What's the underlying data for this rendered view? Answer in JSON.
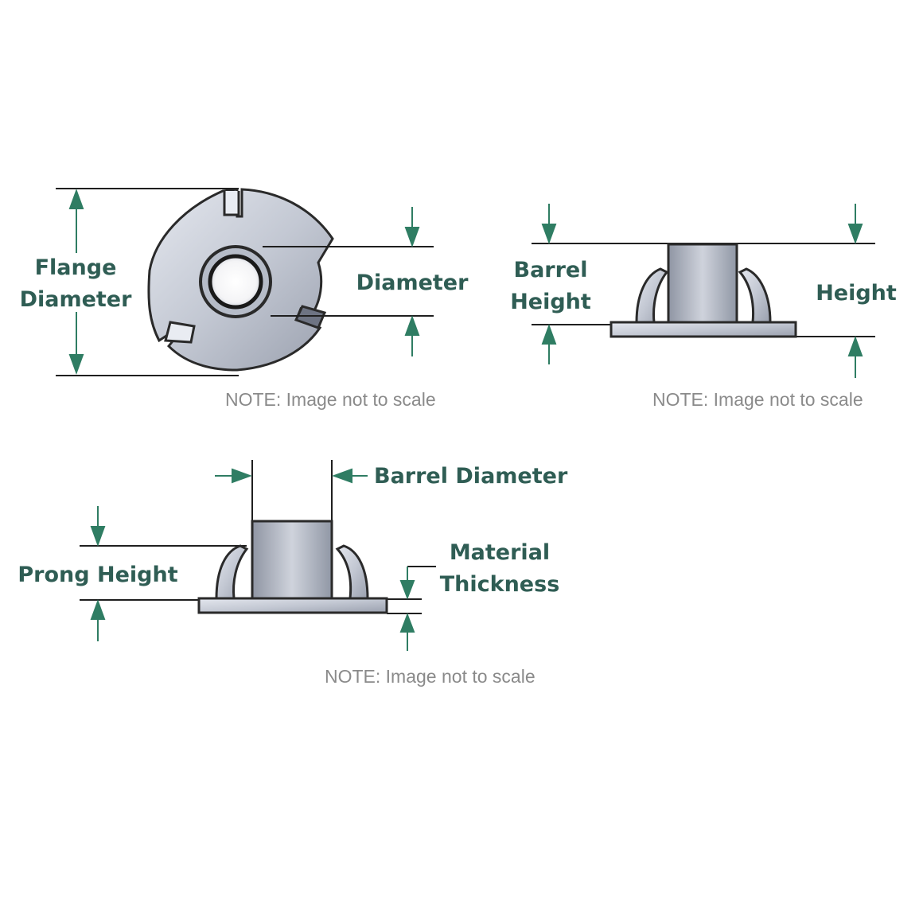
{
  "labels": {
    "flange_diameter_line1": "Flange",
    "flange_diameter_line2": "Diameter",
    "diameter": "Diameter",
    "barrel_height_line1": "Barrel",
    "barrel_height_line2": "Height",
    "height": "Height",
    "barrel_diameter": "Barrel Diameter",
    "prong_height": "Prong Height",
    "material_thickness_line1": "Material",
    "material_thickness_line2": "Thickness"
  },
  "notes": {
    "top_view": "NOTE: Image not to scale",
    "side_view": "NOTE: Image not to scale",
    "front_view": "NOTE: Image not to scale"
  },
  "colors": {
    "label_text": "#2f5d54",
    "arrow": "#2f7d63",
    "note_text": "#8a8a8a"
  }
}
